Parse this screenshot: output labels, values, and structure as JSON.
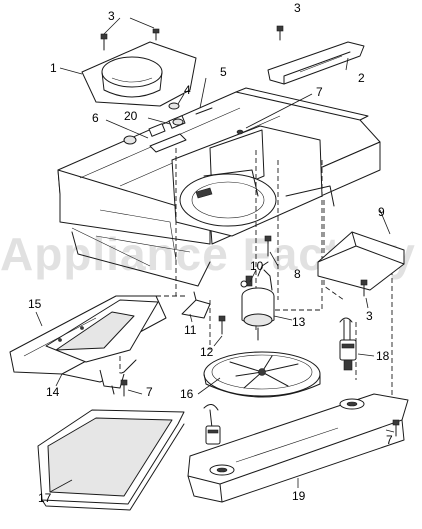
{
  "diagram": {
    "watermark": "Appliance Factory Parts",
    "callouts": [
      "3",
      "3",
      "1",
      "2",
      "5",
      "4",
      "7",
      "20",
      "6",
      "9",
      "10",
      "8",
      "11",
      "13",
      "15",
      "3",
      "12",
      "18",
      "14",
      "7",
      "16",
      "7",
      "17",
      "19"
    ]
  }
}
